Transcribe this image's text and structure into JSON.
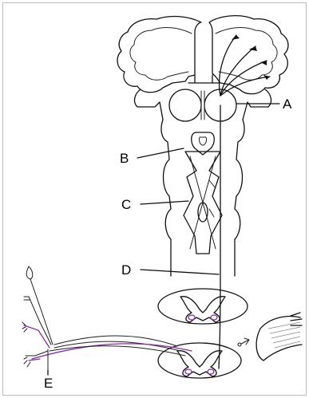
{
  "labels": {
    "a": "A",
    "b": "B",
    "c": "C",
    "d": "D",
    "e": "E"
  },
  "colors": {
    "outline": "#111111",
    "afferent_fiber": "#8a2aa8",
    "frame": "#bbbbbb"
  }
}
